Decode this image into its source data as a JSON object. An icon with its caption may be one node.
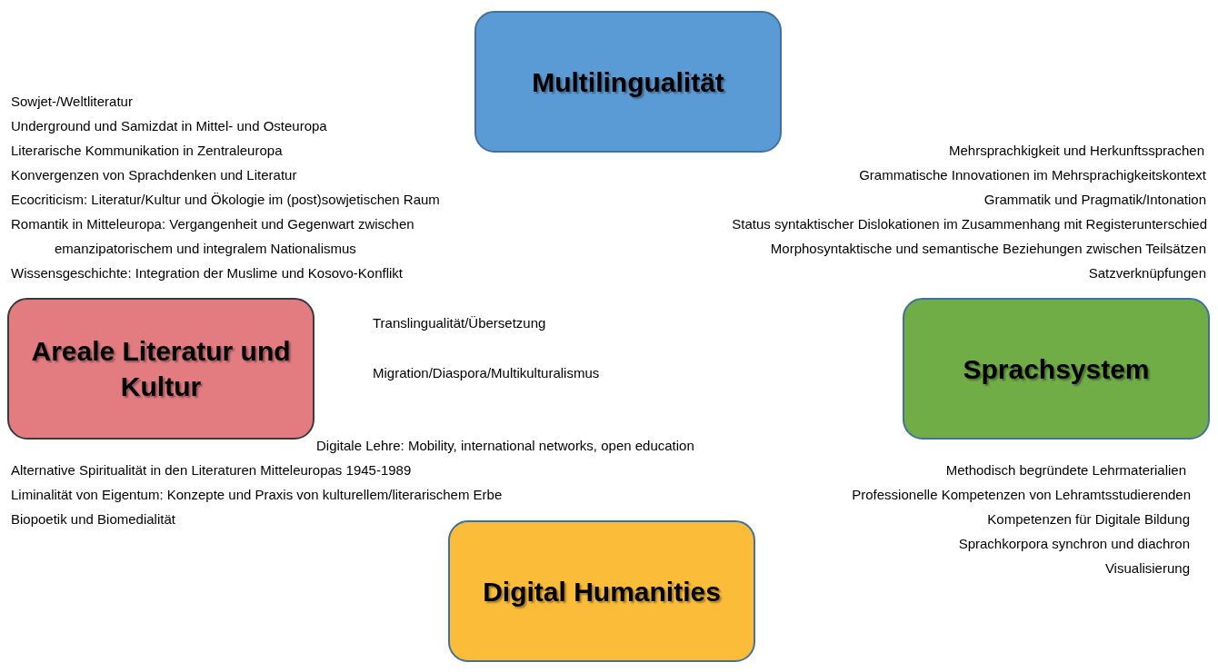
{
  "diagram": {
    "nodes": [
      {
        "text": [
          "Multilingualität"
        ]
      },
      {
        "text": [
          "Areale Literatur und Kultur"
        ]
      },
      {
        "text": [
          "Sprachsystem"
        ]
      },
      {
        "text": [
          "Digital Humanities"
        ]
      }
    ],
    "edges": [],
    "labels": [
      "Sowjet-/Weltliteratur",
      "Underground und Samizdat in Mittel- und Osteuropa",
      "Literarische Kommunikation in Zentraleuropa",
      "Mehrsprachkigkeit und Herkunftssprachen",
      "Konvergenzen von Sprachdenken und Literatur",
      "Grammatische Innovationen im Mehrsprachigkeitskontext",
      "Ecocriticism: Literatur/Kultur und Ökologie im (post)sowjetischen Raum",
      "Grammatik und Pragmatik/Intonation",
      "Romantik in Mitteleuropa: Vergangenheit und Gegenwart zwischen emanzipatorischem und integralem Nationalismus",
      "Status syntaktischer Dislokationen im Zusammenhang mit Registerunterschied",
      "Morphosyntaktische und semantische Beziehungen zwischen Teilsätzen",
      "Wissensgeschichte: Integration der Muslime und Kosovo-Konflikt",
      "Satzverknüpfungen",
      "Translingualität/Übersetzung",
      "Migration/Diaspora/Multikulturalismus",
      "Digitale Lehre: Mobility, international networks, open education",
      "Alternative Spiritualität in den Literaturen Mitteleuropas 1945-1989",
      "Methodisch begründete Lehrmaterialien",
      "Liminalität von Eigentum: Konzepte und Praxis von kulturellem/literarischem Erbe",
      "Professionelle Kompetenzen von Lehramtsstudierenden",
      "Biopoetik und Biomedialität",
      "Kompetenzen für Digitale Bildung",
      "Sprachkorpora synchron und diachron",
      "Visualisierung"
    ]
  }
}
